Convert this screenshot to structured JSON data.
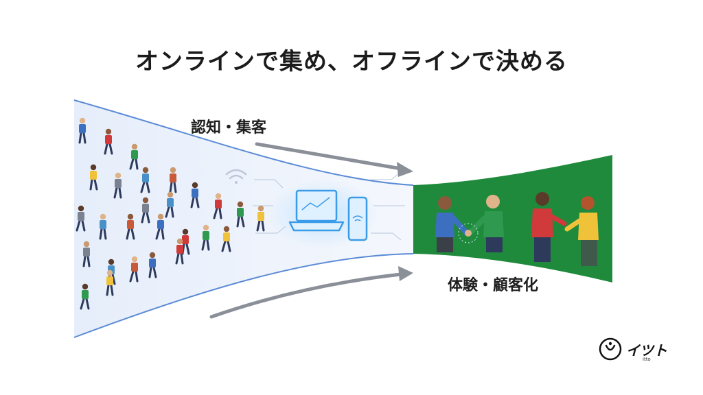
{
  "title": "オンラインで集め、オフラインで決める",
  "labels": {
    "awareness": "認知・集客",
    "experience": "体験・顧客化"
  },
  "colors": {
    "funnel_fill": "#eaf0fb",
    "funnel_edge": "#5b8bd6",
    "offline_green": "#1f8a3c",
    "arrow": "#8a8f98"
  },
  "icons": {
    "wifi": "wifi-icon",
    "laptop": "laptop-icon",
    "phone": "smartphone-icon",
    "handshake": "handshake-icon"
  },
  "logo": {
    "name": "イツト",
    "sub": "itto"
  }
}
